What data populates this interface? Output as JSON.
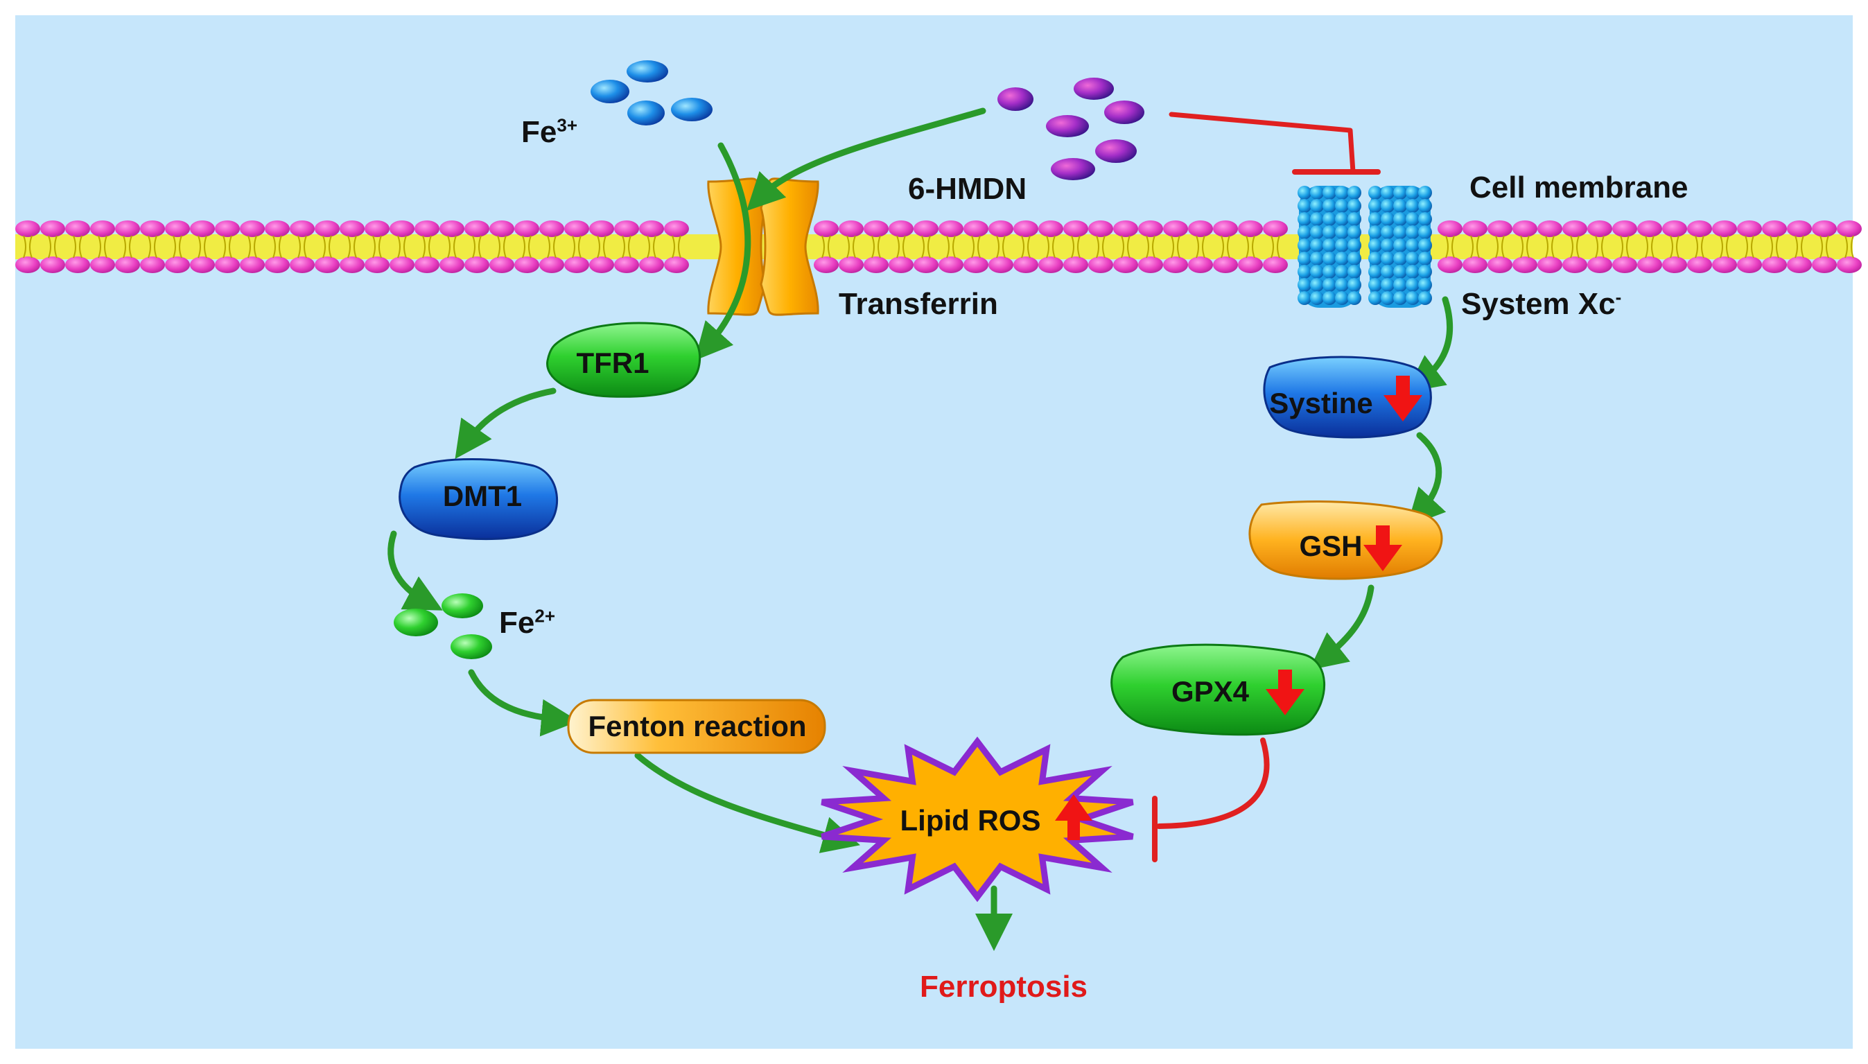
{
  "labels": {
    "fe3": "Fe",
    "fe3_charge": "3+",
    "hmdn": "6-HMDN",
    "cell_membrane": "Cell membrane",
    "transferrin": "Transferrin",
    "system_xc": "System Xc",
    "system_xc_charge": "-",
    "tfr1": "TFR1",
    "dmt1": "DMT1",
    "fe2": "Fe",
    "fe2_charge": "2+",
    "fenton": "Fenton reaction",
    "systine": "Systine",
    "gsh": "GSH",
    "gpx4": "GPX4",
    "lipid_ros": "Lipid ROS",
    "ferroptosis": "Ferroptosis"
  },
  "indicators": {
    "systine": "down",
    "gsh": "down",
    "gpx4": "down",
    "lipid_ros": "up"
  },
  "colors": {
    "background": "#c6e6fb",
    "activation_arrow": "#2a9a2a",
    "inhibition": "#e02020",
    "membrane_head": "#e84bc4",
    "membrane_tail": "#f5f200",
    "ferroptosis_text": "#e01a1a"
  }
}
